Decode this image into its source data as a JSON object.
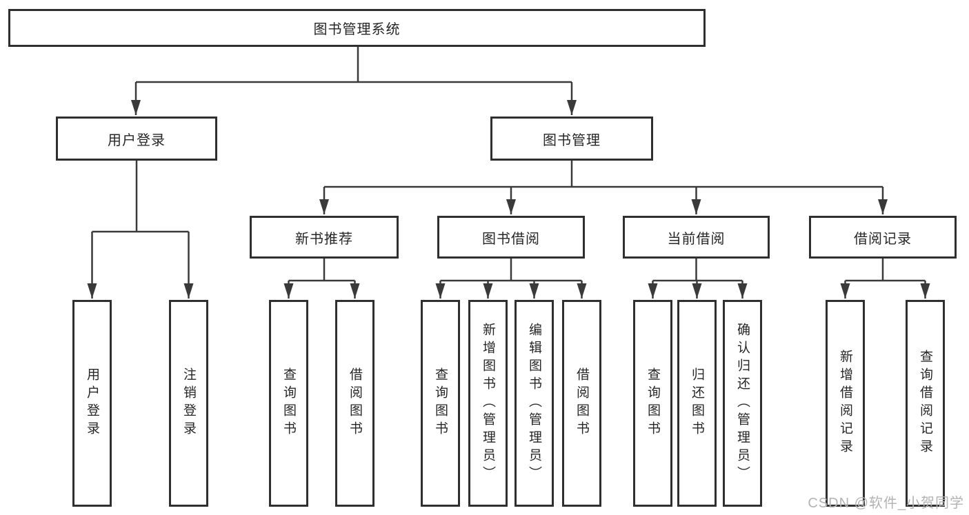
{
  "root": {
    "label": "图书管理系统"
  },
  "branches": {
    "user_login": {
      "label": "用户登录",
      "children": [
        {
          "label": "用户登录"
        },
        {
          "label": "注销登录"
        }
      ]
    },
    "book_management": {
      "label": "图书管理",
      "sections": {
        "new_book_recommend": {
          "label": "新书推荐",
          "children": [
            {
              "label": "查询图书"
            },
            {
              "label": "借阅图书"
            }
          ]
        },
        "book_borrow": {
          "label": "图书借阅",
          "children": [
            {
              "label": "查询图书"
            },
            {
              "label": "新增图书（管理员）"
            },
            {
              "label": "编辑图书（管理员）"
            },
            {
              "label": "借阅图书"
            }
          ]
        },
        "current_borrow": {
          "label": "当前借阅",
          "children": [
            {
              "label": "查询图书"
            },
            {
              "label": "归还图书"
            },
            {
              "label": "确认归还（管理员）"
            }
          ]
        },
        "borrow_record": {
          "label": "借阅记录",
          "children": [
            {
              "label": "新增借阅记录"
            },
            {
              "label": "查询借阅记录"
            }
          ]
        }
      }
    }
  },
  "watermark": "CSDN @软件_小贺同学",
  "colors": {
    "line": "#3a3a3a",
    "box_border": "#2f2f2f",
    "text": "#262626",
    "background": "#ffffff",
    "watermark": "#b3b3b3"
  }
}
